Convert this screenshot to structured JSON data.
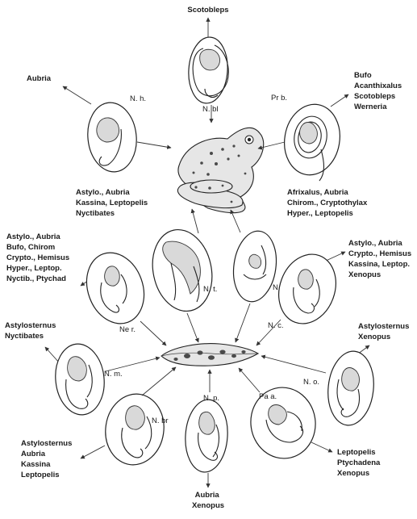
{
  "nodes": {
    "nbl": {
      "caption": "N. bl",
      "genera": [
        "Scotobleps"
      ]
    },
    "nh": {
      "caption": "N. h.",
      "genera": [
        "Aubria"
      ]
    },
    "prb": {
      "caption": "Pr b.",
      "genera": [
        "Bufo",
        "Acanthixalus",
        "Scotobleps",
        "Werneria"
      ]
    },
    "nt": {
      "caption": "N. t.",
      "genera": [
        "Astylo., Aubria",
        "Kassina, Leptopelis",
        "Nyctibates"
      ]
    },
    "nb": {
      "caption": "N. b.",
      "genera": [
        "Afrixalus, Aubria",
        "Chirom., Cryptothylax",
        "Hyper., Leptopelis"
      ]
    },
    "ner": {
      "caption": "Ne r.",
      "genera": [
        "Astylo., Aubria",
        "Bufo, Chirom",
        "Crypto., Hemisus",
        "Hyper., Leptop.",
        "Nyctib., Ptychad"
      ]
    },
    "nc": {
      "caption": "N. c.",
      "genera": [
        "Astylo., Aubria",
        "Crypto., Hemisus",
        "Kassina, Leptop.",
        "Xenopus"
      ]
    },
    "nm": {
      "caption": "N. m.",
      "genera": [
        "Astylosternus",
        "Nyctibates"
      ]
    },
    "no": {
      "caption": "N. o.",
      "genera": [
        "Astylosternus",
        "Xenopus"
      ]
    },
    "nbr": {
      "caption": "N. br",
      "genera": [
        "Astylosternus",
        "Aubria",
        "Kassina",
        "Leptopelis"
      ]
    },
    "np": {
      "caption": "N. p.",
      "genera": [
        "Aubria",
        "Xenopus"
      ]
    },
    "paa": {
      "caption": "Pa a.",
      "genera": [
        "Leptopelis",
        "Ptychadena",
        "Xenopus"
      ]
    }
  },
  "adult_icon": "frog-adult",
  "larva_icon": "tadpole-larva"
}
